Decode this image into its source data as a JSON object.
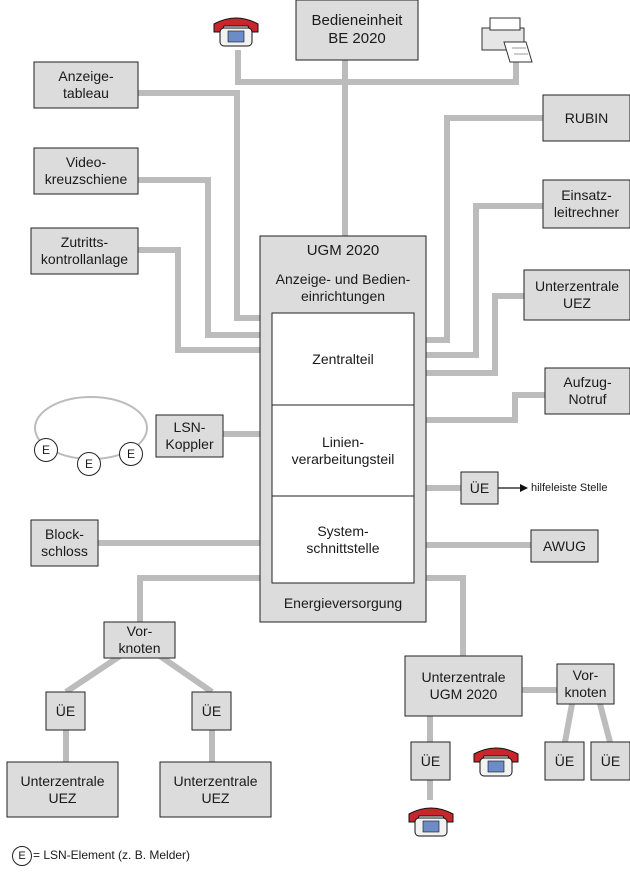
{
  "colors": {
    "box_fill": "#dcdcdc",
    "line": "#bcbcbc",
    "phone_red": "#c9262b",
    "keypad": "#6b8cc7"
  },
  "labels": {
    "bedieneinheit": "Bedieneinheit\nBE 2020",
    "anzeigetableau": "Anzeige-\ntableau",
    "videokreuzschiene": "Video-\nkreuzschiene",
    "zutrittskontrollanlage": "Zutritts-\nkontrollanlage",
    "rubin": "RUBIN",
    "einsatzleitrechner": "Einsatz-\nleitrechner",
    "unterzentrale_uez_right": "Unterzentrale\nUEZ",
    "aufzug_notruf": "Aufzug-\nNotruf",
    "lsn_koppler": "LSN-\nKoppler",
    "ue_right": "ÜE",
    "hilfeleiste_stelle": "hilfeleiste Stelle",
    "blockschloss": "Block-\nschloss",
    "awug": "AWUG",
    "ugm_title": "UGM 2020",
    "anzeige_bedien": "Anzeige- und Bedien-\neinrichtungen",
    "zentralteil": "Zentralteil",
    "linienverarbeitungsteil": "Linien-\nverarbeitungsteil",
    "systemschnittstelle": "System-\nschnittstelle",
    "energieversorgung": "Energieversorgung",
    "vorknoten_left": "Vor-\nknoten",
    "ue_left1": "ÜE",
    "ue_left2": "ÜE",
    "uez_bottom1": "Unterzentrale\nUEZ",
    "uez_bottom2": "Unterzentrale\nUEZ",
    "unterzentrale_ugm": "Unterzentrale\nUGM 2020",
    "vorknoten_right": "Vor-\nknoten",
    "ue_bottom_phone": "ÜE",
    "ue_br1": "ÜE",
    "ue_br2": "ÜE",
    "e_letter": "E",
    "legend_text": "= LSN-Element (z. B. Melder)"
  },
  "icons": [
    "phone-icon",
    "printer-icon",
    "arrow-right-icon",
    "lsn-element-icon"
  ]
}
